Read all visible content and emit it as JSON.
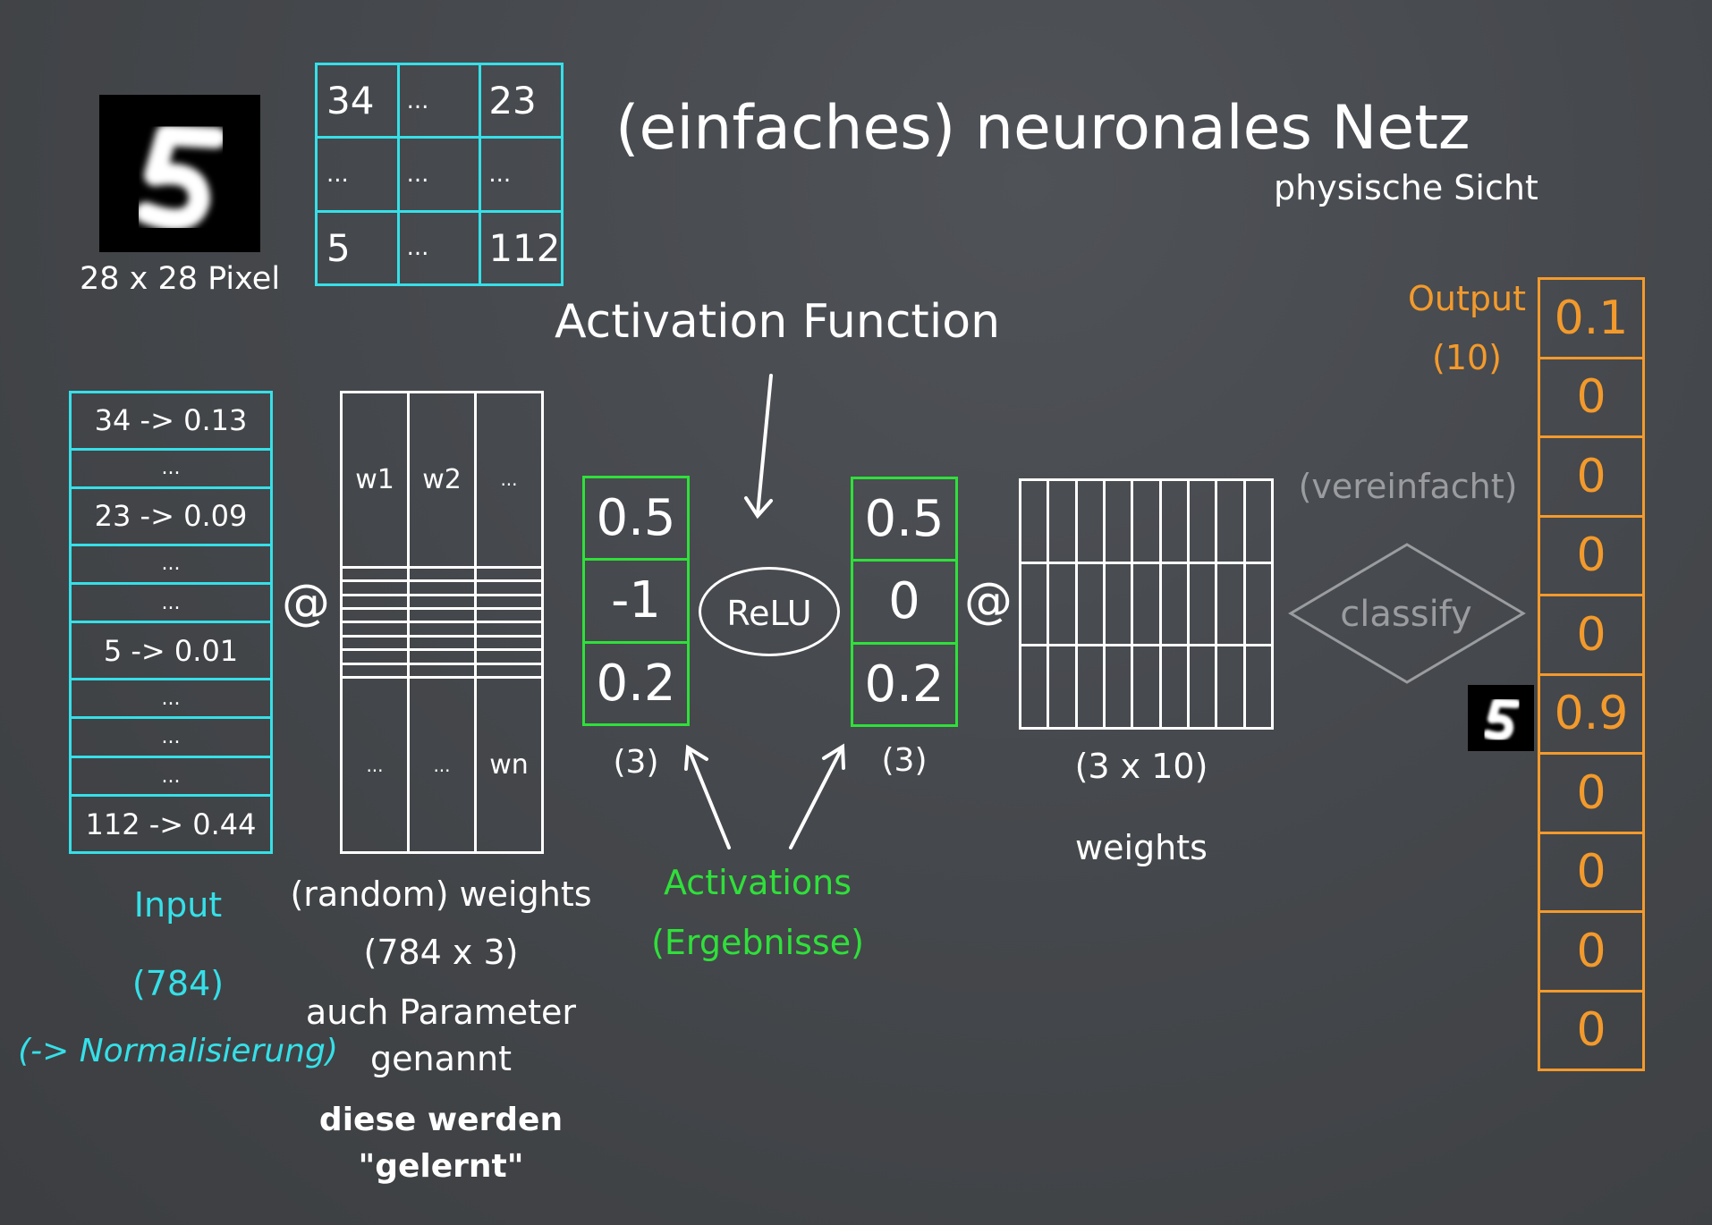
{
  "title": "(einfaches) neuronales Netz",
  "subtitle": "physische Sicht",
  "image_caption": "28 x 28 Pixel",
  "pixel_grid": [
    [
      "34",
      "...",
      "23"
    ],
    [
      "...",
      "...",
      "..."
    ],
    [
      "5",
      "...",
      "112"
    ]
  ],
  "input": {
    "cells": [
      "34 -> 0.13",
      "...",
      "23 -> 0.09",
      "...",
      "...",
      "5 -> 0.01",
      "...",
      "...",
      "...",
      "112 -> 0.44"
    ],
    "label": "Input",
    "size": "(784)",
    "note": "(-> Normalisierung)"
  },
  "operator": "@",
  "weights1": {
    "header": [
      "w1",
      "w2",
      "..."
    ],
    "footer": [
      "...",
      "...",
      "wn"
    ],
    "label": "(random) weights",
    "size": "(784 x 3)",
    "note1": "auch Parameter",
    "note2": "genannt",
    "bold1": "diese werden",
    "bold2": "\"gelernt\""
  },
  "activation_title": "Activation Function",
  "relu": "ReLU",
  "activations1": {
    "values": [
      "0.5",
      "-1",
      "0.2"
    ],
    "size": "(3)"
  },
  "activations2": {
    "values": [
      "0.5",
      "0",
      "0.2"
    ],
    "size": "(3)"
  },
  "activations_label": "Activations",
  "activations_sub": "(Ergebnisse)",
  "weights2": {
    "size": "(3 x 10)",
    "label": "weights"
  },
  "classify": {
    "label": "classify",
    "note": "(vereinfacht)"
  },
  "output": {
    "label": "Output",
    "size": "(10)",
    "values": [
      "0.1",
      "0",
      "0",
      "0",
      "0",
      "0.9",
      "0",
      "0",
      "0",
      "0"
    ]
  },
  "colors": {
    "cyan": "#35e0e8",
    "green": "#2fe03a",
    "orange": "#f39a2c",
    "gray": "#9a9c9f",
    "white": "#ffffff"
  }
}
